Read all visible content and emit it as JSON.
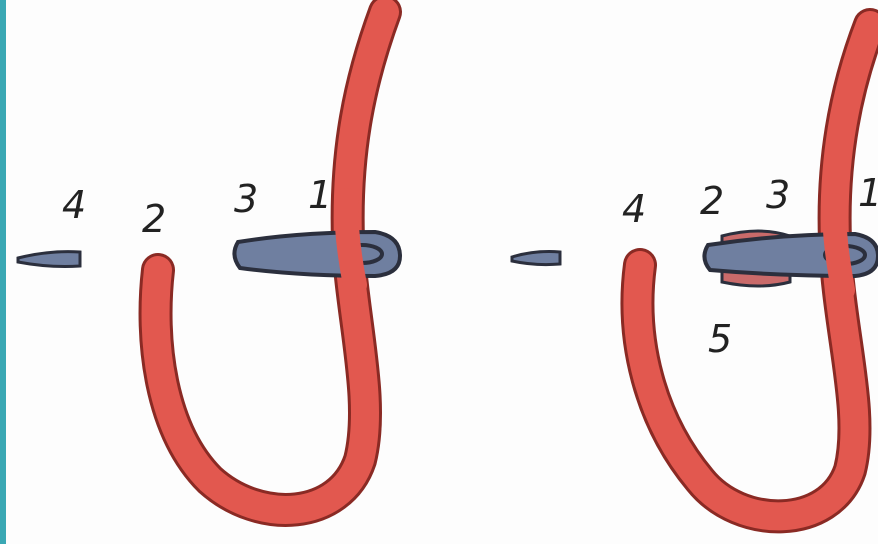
{
  "diagram": {
    "left_panel": {
      "labels": {
        "l1": "1",
        "l2": "2",
        "l3": "3",
        "l4": "4"
      }
    },
    "right_panel": {
      "labels": {
        "l1": "1",
        "l2": "2",
        "l3": "3",
        "l4": "4",
        "l5": "5"
      }
    },
    "colors": {
      "thread": "#e2584f",
      "thread_edge": "#8a2a24",
      "needle": "#6f7fa0",
      "needle_edge": "#2b2f3d",
      "border": "#3aa8b4"
    }
  }
}
